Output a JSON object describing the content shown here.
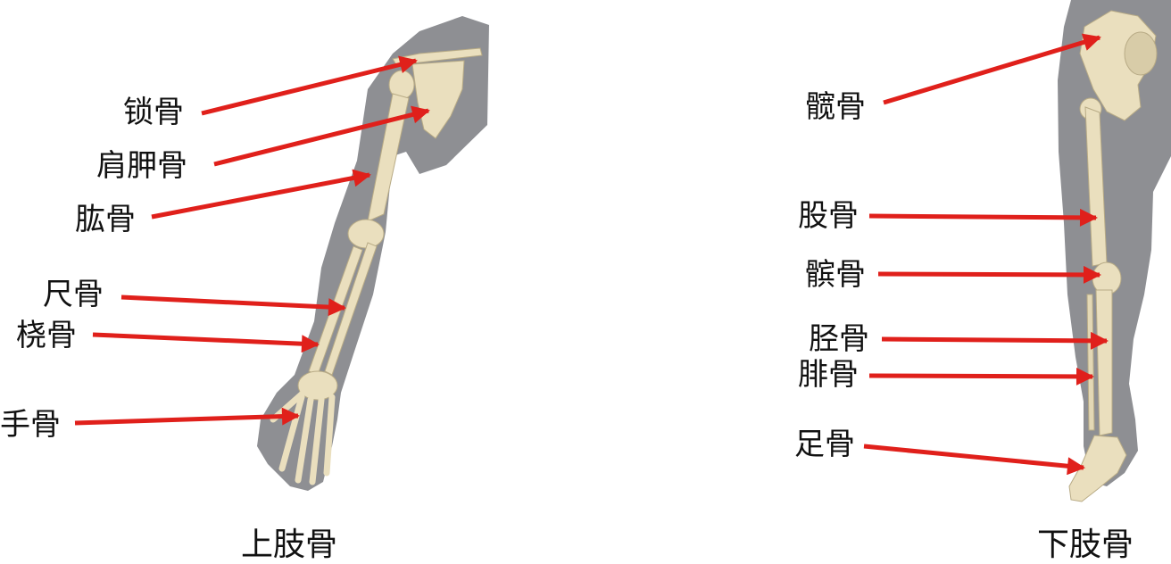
{
  "upper_limb": {
    "caption": "上肢骨",
    "labels": {
      "clavicle": "锁骨",
      "scapula": "肩胛骨",
      "humerus": "肱骨",
      "ulna": "尺骨",
      "radius": "桡骨",
      "hand": "手骨"
    }
  },
  "lower_limb": {
    "caption": "下肢骨",
    "labels": {
      "hip": "髋骨",
      "femur": "股骨",
      "patella": "髌骨",
      "tibia": "胫骨",
      "fibula": "腓骨",
      "foot": "足骨"
    }
  },
  "colors": {
    "arrow": "#e0201b",
    "bone": "#eadfbe",
    "bone_edge": "#b8ab86",
    "silhouette": "#8e8f93"
  }
}
